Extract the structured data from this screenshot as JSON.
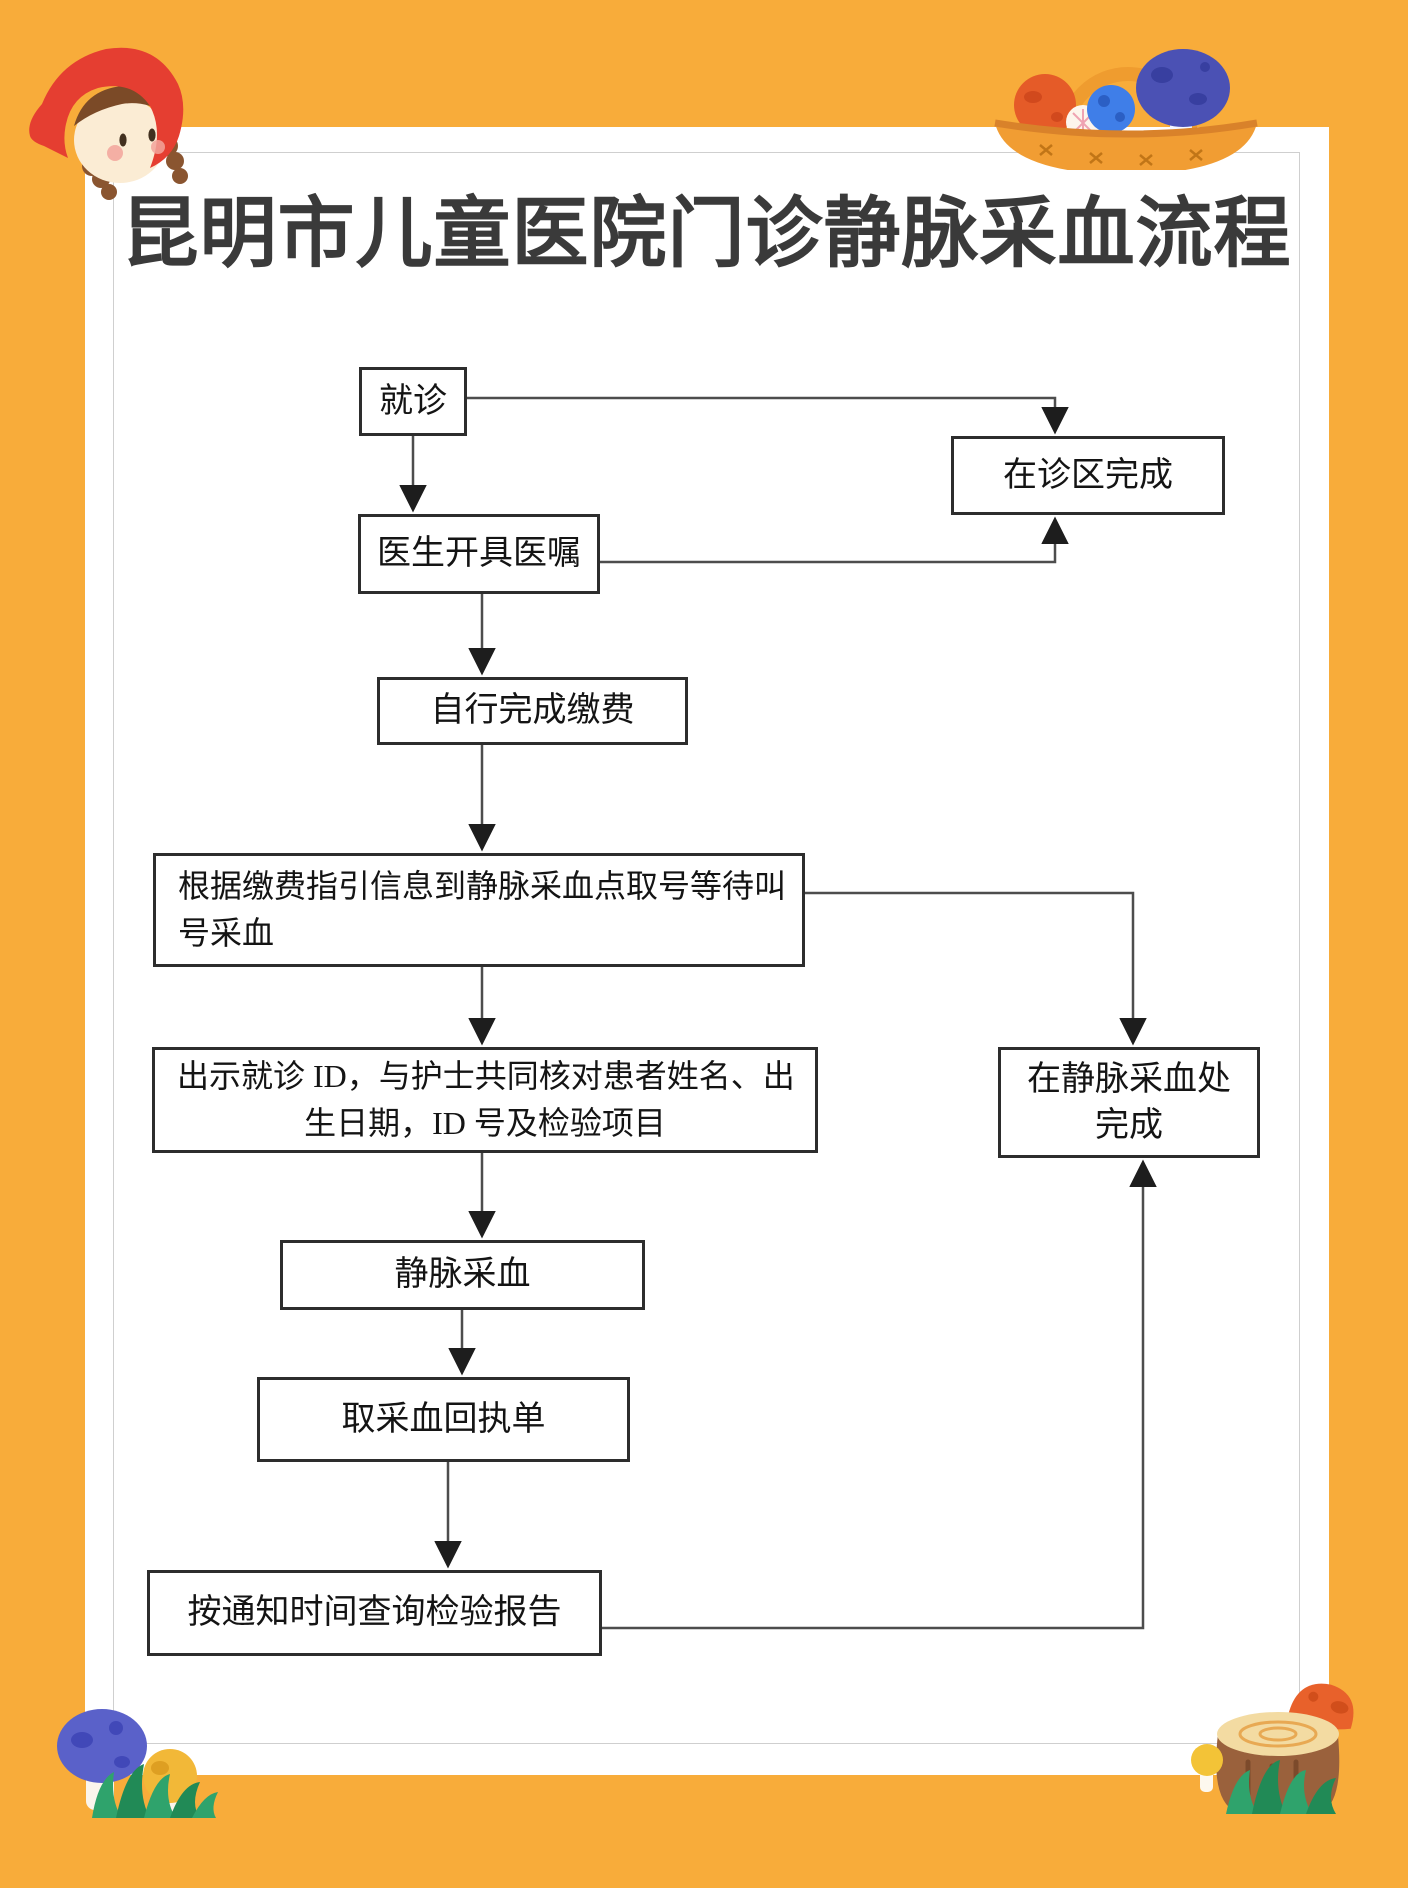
{
  "page": {
    "background_color": "#F8AC3A",
    "panel_color": "#FFFFFF",
    "inner_frame_color": "#CFCFCF",
    "title": "昆明市儿童医院门诊静脉采血流程",
    "title_color": "#3A3A3A"
  },
  "flow": {
    "box_border_color": "#2D2D2D",
    "line_color": "#4D4D4D",
    "nodes": {
      "visit": {
        "label": "就诊"
      },
      "clinic_done": {
        "label": "在诊区完成"
      },
      "doctor_order": {
        "label": "医生开具医嘱"
      },
      "self_payment": {
        "label": "自行完成缴费"
      },
      "get_number": {
        "lines": [
          "根据缴费指引信息到静脉采血点取号等待叫",
          "号采血"
        ]
      },
      "verify_id": {
        "lines": [
          "出示就诊 ID，与护士共同核对患者姓名、出",
          "生日期，ID 号及检验项目"
        ]
      },
      "venous_done": {
        "lines": [
          "在静脉采血处",
          "完成"
        ]
      },
      "blood_draw": {
        "label": "静脉采血"
      },
      "receipt": {
        "label": "取采血回执单"
      },
      "report": {
        "label": "按通知时间查询检验报告"
      }
    },
    "edges": [
      "visit → doctor_order",
      "visit → clinic_done",
      "doctor_order → clinic_done",
      "doctor_order → self_payment",
      "self_payment → get_number",
      "get_number → venous_done",
      "get_number → verify_id",
      "verify_id → blood_draw",
      "blood_draw → receipt",
      "receipt → report",
      "report → venous_done"
    ]
  },
  "decorations": {
    "top_left": "red-riding-hood-girl",
    "top_right": "mushroom-basket",
    "bottom_left": "mushrooms-and-grass",
    "bottom_right": "tree-stump-with-mushroom"
  }
}
